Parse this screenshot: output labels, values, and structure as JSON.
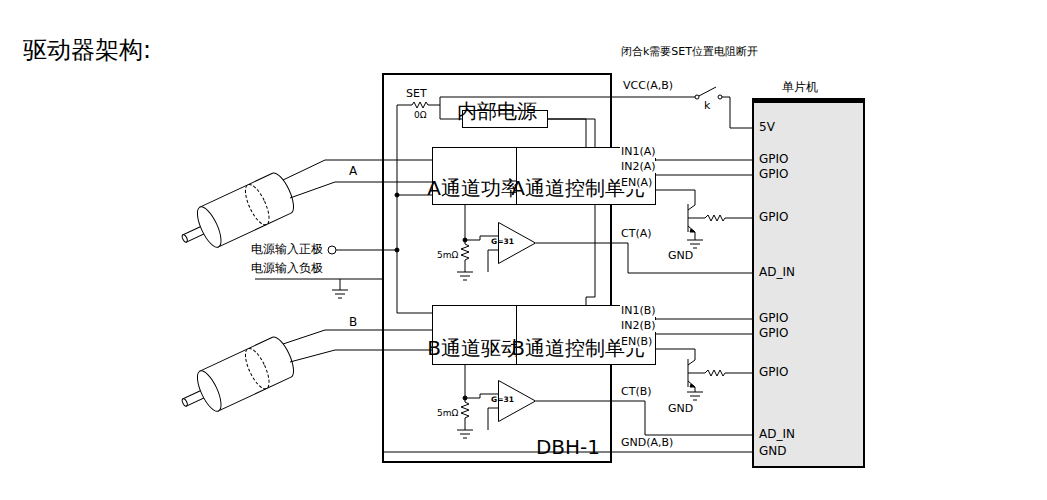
{
  "diagram": {
    "title": "驱动器架构:",
    "nodes": [
      {
        "text": [
          "DBH-1"
        ]
      },
      {
        "text": [
          "内部电源"
        ],
        "in": 0
      },
      {
        "text": [
          "A通道功率单元"
        ],
        "in": 0
      },
      {
        "text": [
          "A通道控制单元"
        ],
        "in": 0
      },
      {
        "text": [
          "G=31"
        ],
        "in": 0
      },
      {
        "text": [
          "B通道驱动单元"
        ],
        "in": 0
      },
      {
        "text": [
          "B通道控制单元"
        ],
        "in": 0
      },
      {
        "text": [
          "G=31"
        ],
        "in": 0
      },
      {
        "text": [
          "单片机"
        ]
      }
    ],
    "edges": [
      {
        "from": 1,
        "to": 3,
        "arrow": "none"
      },
      {
        "from": 1,
        "to": 6,
        "arrow": "none"
      },
      {
        "from": 2,
        "to": 3,
        "arrow": "none"
      },
      {
        "from": 2,
        "to": 3,
        "arrow": "none"
      },
      {
        "from": 5,
        "to": 6,
        "arrow": "none"
      },
      {
        "from": 5,
        "to": 6,
        "arrow": "none"
      },
      {
        "from": 3,
        "to": 8,
        "label": "IN1(A)",
        "arrow": "none"
      },
      {
        "from": 3,
        "to": 8,
        "label": "IN2(A)",
        "arrow": "none"
      },
      {
        "from": 4,
        "to": 8,
        "label": "CT(A)",
        "arrow": "none"
      },
      {
        "from": 6,
        "to": 8,
        "label": "IN1(B)",
        "arrow": "none"
      },
      {
        "from": 6,
        "to": 8,
        "label": "IN2(B)",
        "arrow": "none"
      },
      {
        "from": 7,
        "to": 8,
        "label": "CT(B)",
        "arrow": "none"
      }
    ],
    "labels": [
      "闭合k需要SET位置电阻断开",
      "VCC(A,B)",
      "k",
      "SET",
      "0Ω",
      "A",
      "B",
      "电源输入正极",
      "电源输入负极",
      "5mΩ",
      "5mΩ",
      "EN(A)",
      "EN(B)",
      "GND",
      "GND",
      "GND(A,B)",
      "5V",
      "GPIO",
      "GPIO",
      "GPIO",
      "AD_IN",
      "GPIO",
      "GPIO",
      "GPIO",
      "AD_IN",
      "GND"
    ]
  }
}
